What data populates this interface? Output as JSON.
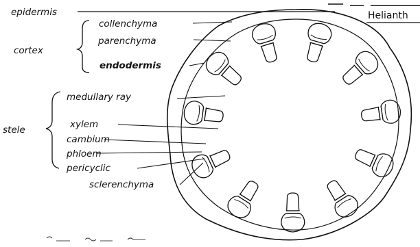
{
  "labels": {
    "epidermis": "epidermis",
    "collenchyma": "collenchyma",
    "parenchyma": "parenchyma",
    "endodermis": "endodermis",
    "cortex": "cortex",
    "medullary_ray": "medullary ray",
    "xylem": "xylem",
    "cambium": "cambium",
    "phloem": "phloem",
    "pericyclic": "pericyclic",
    "sclerenchyma": "sclerenchyma",
    "stele": "stele",
    "specimen": "Helianth"
  },
  "colors": {
    "ink": "#111111",
    "paper": "#ffffff"
  },
  "vascular_bundle_count": 11
}
